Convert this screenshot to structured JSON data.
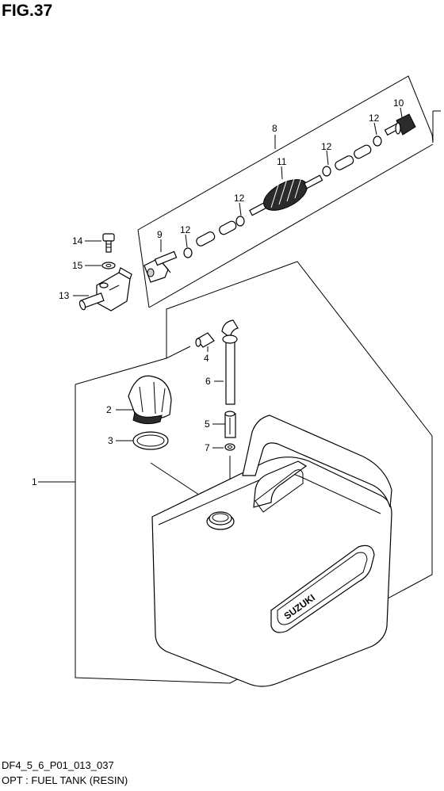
{
  "figure": {
    "title": "FIG.37"
  },
  "footer": {
    "code": "DF4_5_6_P01_013_037",
    "caption": "OPT : FUEL TANK (RESIN)"
  },
  "tank": {
    "brand": "SUZUKI"
  },
  "callouts": [
    {
      "id": "1",
      "label": "1"
    },
    {
      "id": "2",
      "label": "2"
    },
    {
      "id": "3",
      "label": "3"
    },
    {
      "id": "4",
      "label": "4"
    },
    {
      "id": "5",
      "label": "5"
    },
    {
      "id": "6",
      "label": "6"
    },
    {
      "id": "7",
      "label": "7"
    },
    {
      "id": "8",
      "label": "8"
    },
    {
      "id": "9",
      "label": "9"
    },
    {
      "id": "10",
      "label": "10"
    },
    {
      "id": "11",
      "label": "11"
    },
    {
      "id": "12a",
      "label": "12"
    },
    {
      "id": "12b",
      "label": "12"
    },
    {
      "id": "12c",
      "label": "12"
    },
    {
      "id": "12d",
      "label": "12"
    },
    {
      "id": "13",
      "label": "13"
    },
    {
      "id": "14",
      "label": "14"
    },
    {
      "id": "15",
      "label": "15"
    }
  ]
}
